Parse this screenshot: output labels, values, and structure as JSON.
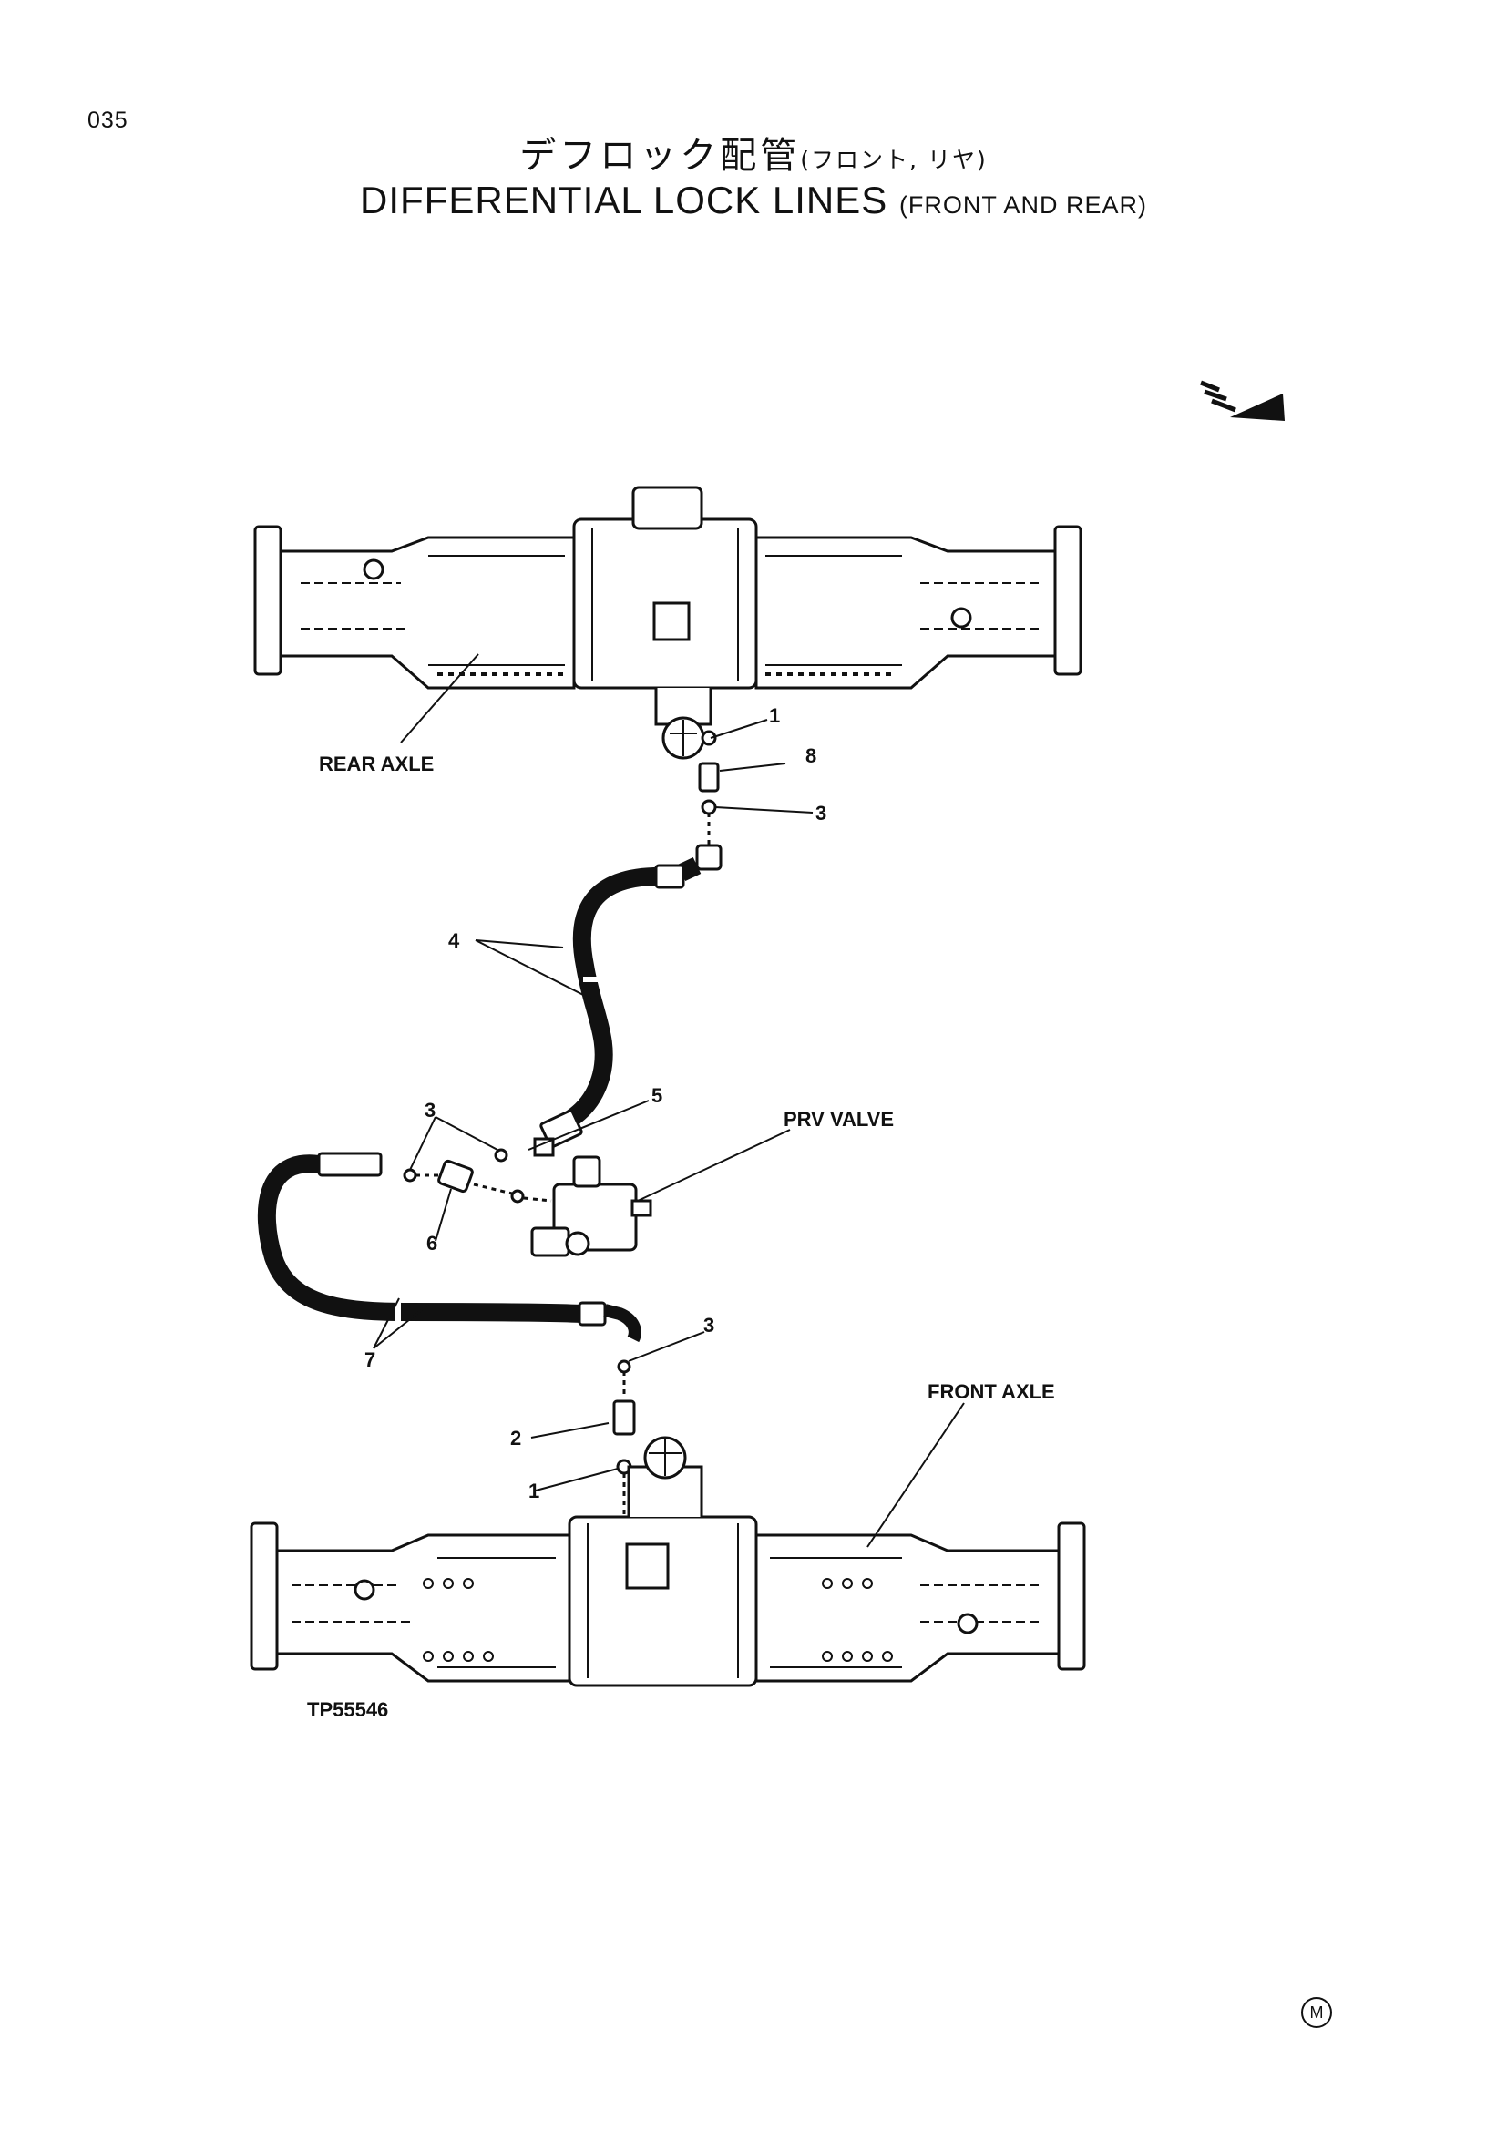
{
  "page_number": "035",
  "title_jp": "デフロック配管",
  "title_jp_sub": "(フロント, リヤ)",
  "title_en": "DIFFERENTIAL LOCK LINES",
  "title_en_sub": "(FRONT AND REAR)",
  "labels": {
    "rear_axle": "REAR AXLE",
    "front_axle": "FRONT AXLE",
    "prv_valve": "PRV VALVE",
    "drawing_code": "TP55546"
  },
  "callouts": {
    "c1_top": "1",
    "c8": "8",
    "c3_top": "3",
    "c4": "4",
    "c5": "5",
    "c3_mid": "3",
    "c6": "6",
    "c3_low": "3",
    "c7": "7",
    "c2": "2",
    "c1_bottom": "1"
  },
  "mark": "M"
}
